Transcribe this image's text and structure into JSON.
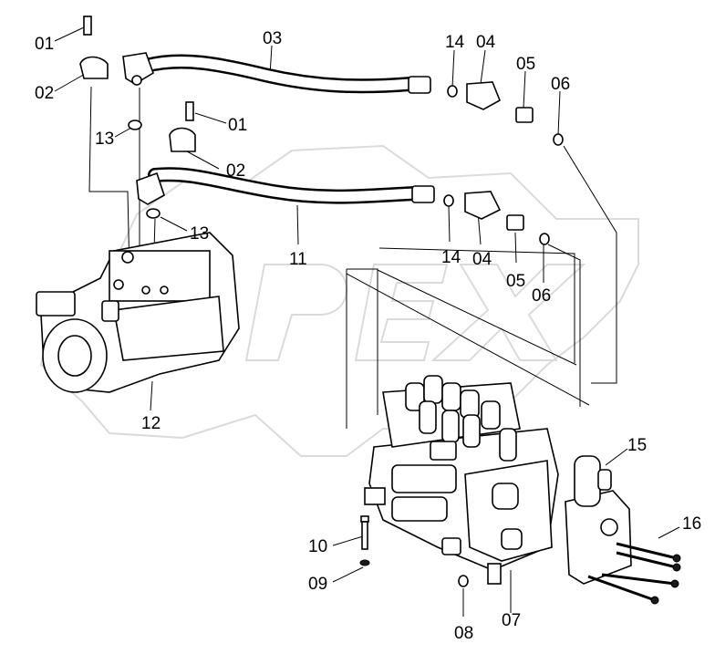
{
  "watermark": {
    "text": "OPEX",
    "color": "#c4c4c4"
  },
  "labels": {
    "l01a": "01",
    "l02a": "02",
    "l03": "03",
    "l14a": "14",
    "l04a": "04",
    "l05a": "05",
    "l06a": "06",
    "l13a": "13",
    "l01b": "01",
    "l02b": "02",
    "l13b": "13",
    "l11": "11",
    "l14b": "14",
    "l04b": "04",
    "l05b": "05",
    "l06b": "06",
    "l12": "12",
    "l15": "15",
    "l10": "10",
    "l09": "09",
    "l08": "08",
    "l07": "07",
    "l16": "16"
  }
}
